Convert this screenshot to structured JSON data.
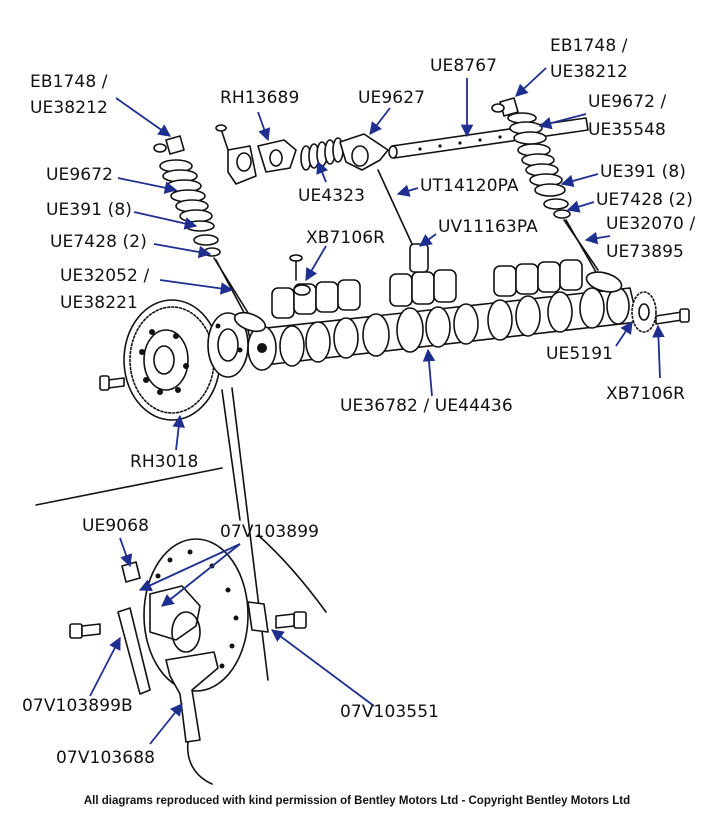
{
  "colors": {
    "leader": "#1f2f8f",
    "ink": "#111111",
    "background": "#ffffff"
  },
  "labels": {
    "eb1748_left_a": "EB1748 /",
    "ue38212_left": "UE38212",
    "rh13689": "RH13689",
    "ue9627": "UE9627",
    "ue8767": "UE8767",
    "eb1748_right_a": "EB1748 /",
    "ue38212_right": "UE38212",
    "ue9672_right_a": "UE9672 /",
    "ue35548": "UE35548",
    "ue9672_left": "UE9672",
    "ue4323": "UE4323",
    "ut14120pa": "UT14120PA",
    "ue391_right": "UE391 (8)",
    "ue391_left": "UE391 (8)",
    "ue7428_right": "UE7428 (2)",
    "ue32070_a": "UE32070 /",
    "ue73895": "UE73895",
    "ue7428_left": "UE7428 (2)",
    "xb7106r_top": "XB7106R",
    "uv11163pa": "UV11163PA",
    "ue32052_a": "UE32052 /",
    "ue38221": "UE38221",
    "ue5191": "UE5191",
    "xb7106r_right": "XB7106R",
    "ue36782": "UE36782 / UE44436",
    "rh3018": "RH3018",
    "ue9068": "UE9068",
    "v07v103899": "07V103899",
    "v07v103899b": "07V103899B",
    "v07v103551": "07V103551",
    "v07v103688": "07V103688"
  },
  "footer": "All diagrams reproduced with kind permission of Bentley Motors Ltd - Copyright Bentley Motors Ltd"
}
